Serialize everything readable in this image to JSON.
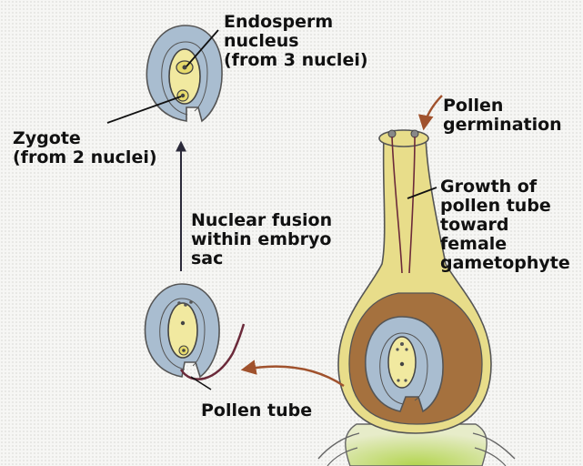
{
  "labels": {
    "endosperm": {
      "line1": "Endosperm",
      "line2": "nucleus",
      "line3": "(from 3 nuclei)"
    },
    "zygote": {
      "line1": "Zygote",
      "line2": "(from 2 nuclei)"
    },
    "nuclear_fusion": {
      "line1": "Nuclear fusion",
      "line2": "within embryo",
      "line3": "sac"
    },
    "pollen_tube": "Pollen tube",
    "pollen_germination": {
      "line1": "Pollen",
      "line2": "germination"
    },
    "growth": {
      "line1": "Growth of",
      "line2": "pollen tube",
      "line3": "toward",
      "line4": "female",
      "line5": "gametophyte"
    }
  },
  "colors": {
    "ovule_integument": "#a9bdd0",
    "embryo_sac": "#f1e9a0",
    "pistil": "#e8dd8a",
    "ovary_cavity": "#a5713e",
    "receptacle": "#b6d46a",
    "arrow": "#a0522d",
    "pollen_tube": "#6b2a3a"
  }
}
